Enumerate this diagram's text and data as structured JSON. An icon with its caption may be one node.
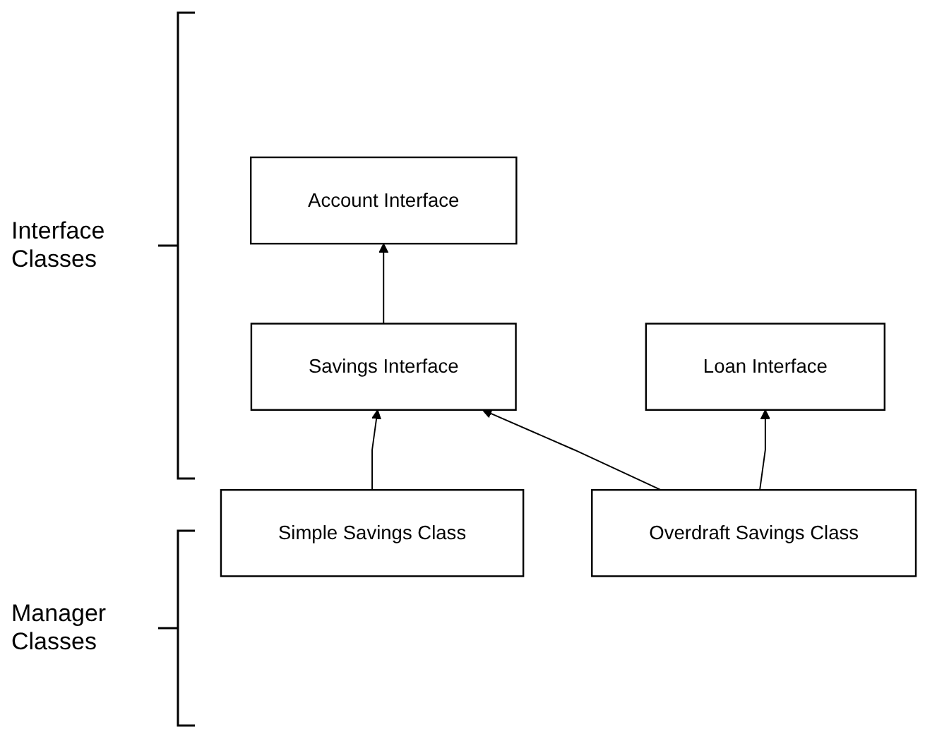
{
  "diagram": {
    "nodes": [
      {
        "text": [
          "Account Interface"
        ]
      },
      {
        "text": [
          "Savings Interface"
        ]
      },
      {
        "text": [
          "Loan Interface"
        ]
      },
      {
        "text": [
          "Simple Savings Class"
        ]
      },
      {
        "text": [
          "Overdraft Savings Class"
        ]
      }
    ],
    "edges": [
      {
        "from": 1,
        "to": 0,
        "arrow": "to"
      },
      {
        "from": 3,
        "to": 1,
        "arrow": "to"
      },
      {
        "from": 4,
        "to": 1,
        "arrow": "to"
      },
      {
        "from": 4,
        "to": 2,
        "arrow": "to"
      }
    ],
    "labels": [
      "Interface Classes",
      "Manager Classes"
    ]
  }
}
